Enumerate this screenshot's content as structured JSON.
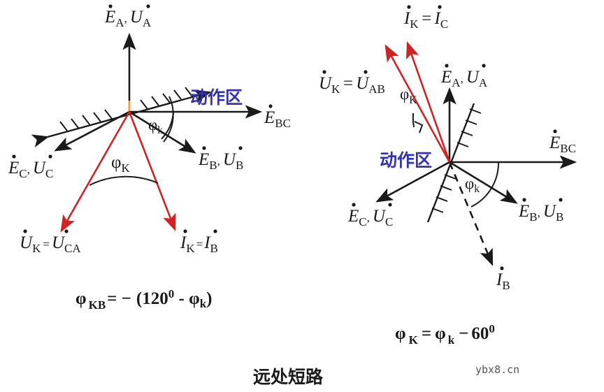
{
  "figure": {
    "caption": "远处短路",
    "watermark": "ybx8.cn",
    "colors": {
      "phasor_black": "#1a1a1a",
      "phasor_red": "#cf2222",
      "zone_text_blue": "#3333b0",
      "background": "#ffffff"
    }
  },
  "left_diagram": {
    "name": "B-phase fault phasor diagram",
    "zone_label": "动作区",
    "formula": {
      "lhs_symbol": "φ",
      "lhs_subscript": "KB",
      "equals": "= −",
      "rhs": "(120",
      "rhs_degree": "0",
      "rhs_tail": " - φ",
      "rhs_sub": "k",
      "rhs_close": ")",
      "full_text": "φKB = − (1200 - φk)"
    },
    "vectors": [
      {
        "id": "EA_UA",
        "main": "E",
        "main2": "U",
        "sub": "A",
        "label": "EA , UA",
        "color": "#1a1a1a",
        "angle_deg": 90,
        "style": "solid"
      },
      {
        "id": "EBC",
        "main": "E",
        "sub": "BC",
        "label": "EBC",
        "color": "#1a1a1a",
        "angle_deg": 0,
        "style": "solid"
      },
      {
        "id": "EB_UB",
        "main": "E",
        "main2": "U",
        "sub": "B",
        "label": "EB , UB",
        "color": "#1a1a1a",
        "angle_deg": -30,
        "style": "solid"
      },
      {
        "id": "EC_UC",
        "main": "E",
        "main2": "U",
        "sub": "C",
        "label": "EC , UC",
        "color": "#1a1a1a",
        "angle_deg": 210,
        "style": "solid"
      },
      {
        "id": "UK_UCA",
        "main": "U",
        "sub": "K",
        "eq": "=",
        "main2": "U",
        "sub2": "CA",
        "label": "UK = UCA",
        "color": "#cf2222",
        "angle_deg": 242,
        "style": "solid"
      },
      {
        "id": "IK_IB",
        "main": "I",
        "sub": "K",
        "eq": "=",
        "main2": "I",
        "sub2": "B",
        "label": "IK = IB",
        "color": "#cf2222",
        "angle_deg": 292,
        "style": "solid"
      }
    ],
    "angles": [
      {
        "id": "phi_k_lower",
        "symbol": "φ",
        "sub": "k",
        "between": [
          "EBC",
          "EB_UB"
        ]
      },
      {
        "id": "phi_K_upper",
        "symbol": "φ",
        "sub": "K",
        "between": [
          "UK_UCA",
          "IK_IB"
        ]
      }
    ],
    "labels": {
      "EA_E": "E",
      "EA_comma": ",",
      "EA_U": "U",
      "EA_sub": "A",
      "EBC_E": "E",
      "EBC_sub": "BC",
      "EB_E": "E",
      "EB_comma": ",",
      "EB_U": "U",
      "EB_sub": "B",
      "EC_E": "E",
      "EC_comma": ",",
      "EC_U": "U",
      "EC_sub": "C",
      "UK_U": "U",
      "UK_sub": "K",
      "UK_eq": "=",
      "UK_U2": "U",
      "UK_sub2": "CA",
      "IK_I": "I",
      "IK_sub": "K",
      "IK_eq": "=",
      "IK_I2": "I",
      "IK_sub2": "B",
      "ang_low_sym": "φ",
      "ang_low_sub": "k",
      "ang_up_sym": "φ",
      "ang_up_sub": "K"
    }
  },
  "right_diagram": {
    "name": "C-phase fault phasor diagram",
    "zone_label": "动作区",
    "formula": {
      "lhs_symbol": "φ",
      "lhs_subscript": "K",
      "equals": "=",
      "rhs_symbol": "φ",
      "rhs_sub": "k",
      "minus": "−",
      "value": "60",
      "degree": "0",
      "full_text": "φK = φk − 600"
    },
    "vectors": [
      {
        "id": "EA_UA",
        "main": "E",
        "main2": "U",
        "sub": "A",
        "label": "EA , UA",
        "color": "#1a1a1a",
        "angle_deg": 90,
        "style": "solid"
      },
      {
        "id": "EBC",
        "main": "E",
        "sub": "BC",
        "label": "EBC",
        "color": "#1a1a1a",
        "angle_deg": 0,
        "style": "solid"
      },
      {
        "id": "EB_UB",
        "main": "E",
        "main2": "U",
        "sub": "B",
        "label": "EB , UB",
        "color": "#1a1a1a",
        "angle_deg": -30,
        "style": "solid"
      },
      {
        "id": "EC_UC",
        "main": "E",
        "main2": "U",
        "sub": "C",
        "label": "EC , UC",
        "color": "#1a1a1a",
        "angle_deg": 210,
        "style": "solid"
      },
      {
        "id": "UK_UAB",
        "main": "U",
        "sub": "K",
        "eq": "=",
        "main2": "U",
        "sub2": "AB",
        "label": "UK = UAB",
        "color": "#cf2222",
        "angle_deg": 123,
        "style": "solid"
      },
      {
        "id": "IK_IC",
        "main": "I",
        "sub": "K",
        "eq": "=",
        "main2": "I",
        "sub2": "C",
        "label": "IK = IC",
        "color": "#cf2222",
        "angle_deg": 113,
        "style": "solid"
      },
      {
        "id": "IB",
        "main": "I",
        "sub": "B",
        "label": "IB",
        "color": "#1a1a1a",
        "angle_deg": -62,
        "style": "dashed"
      }
    ],
    "angles": [
      {
        "id": "phi_k_lower",
        "symbol": "φ",
        "sub": "k",
        "between": [
          "EBC",
          "IB"
        ]
      },
      {
        "id": "phi_K_upper",
        "symbol": "φ",
        "sub": "K",
        "between": [
          "boundary",
          "IK_IC"
        ]
      }
    ],
    "labels": {
      "IK_I": "I",
      "IK_sub": "K",
      "IK_eq": "=",
      "IK_I2": "I",
      "IK_sub2": "C",
      "UK_U": "U",
      "UK_sub": "K",
      "UK_eq": "=",
      "UK_U2": "U",
      "UK_sub2": "AB",
      "EA_E": "E",
      "EA_comma": ",",
      "EA_U": "U",
      "EA_sub": "A",
      "EBC_E": "E",
      "EBC_sub": "BC",
      "EB_E": "E",
      "EB_comma": ",",
      "EB_U": "U",
      "EB_sub": "B",
      "EC_E": "E",
      "EC_comma": ",",
      "EC_U": "U",
      "EC_sub": "C",
      "IB_I": "I",
      "IB_sub": "B",
      "ang_low_sym": "φ",
      "ang_low_sub": "k",
      "ang_up_sym": "φ",
      "ang_up_sub": "K"
    }
  }
}
